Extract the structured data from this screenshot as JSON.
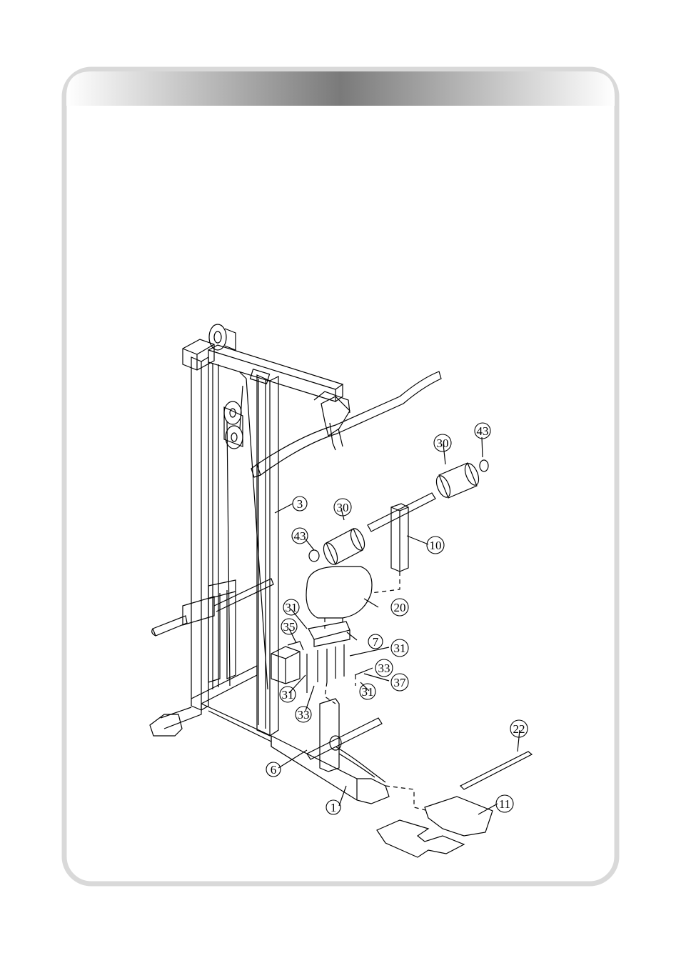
{
  "header": {
    "title": ""
  },
  "colors": {
    "frame": "#d9d9d9",
    "band_dark": "#7a7a7a",
    "band_light": "#ffffff",
    "line": "#000000"
  },
  "callouts": [
    {
      "id": "c3",
      "label": "3"
    },
    {
      "id": "c30a",
      "label": "30"
    },
    {
      "id": "c43a",
      "label": "43"
    },
    {
      "id": "c30b",
      "label": "30"
    },
    {
      "id": "c43b",
      "label": "43"
    },
    {
      "id": "c10",
      "label": "10"
    },
    {
      "id": "c20",
      "label": "20"
    },
    {
      "id": "c31a",
      "label": "31"
    },
    {
      "id": "c35",
      "label": "35"
    },
    {
      "id": "c7",
      "label": "7"
    },
    {
      "id": "c31b",
      "label": "31"
    },
    {
      "id": "c33a",
      "label": "33"
    },
    {
      "id": "c37",
      "label": "37"
    },
    {
      "id": "c31c",
      "label": "31"
    },
    {
      "id": "c31d",
      "label": "31"
    },
    {
      "id": "c33b",
      "label": "33"
    },
    {
      "id": "c22",
      "label": "22"
    },
    {
      "id": "c6",
      "label": "6"
    },
    {
      "id": "c11",
      "label": "11"
    },
    {
      "id": "c1",
      "label": "1"
    }
  ]
}
